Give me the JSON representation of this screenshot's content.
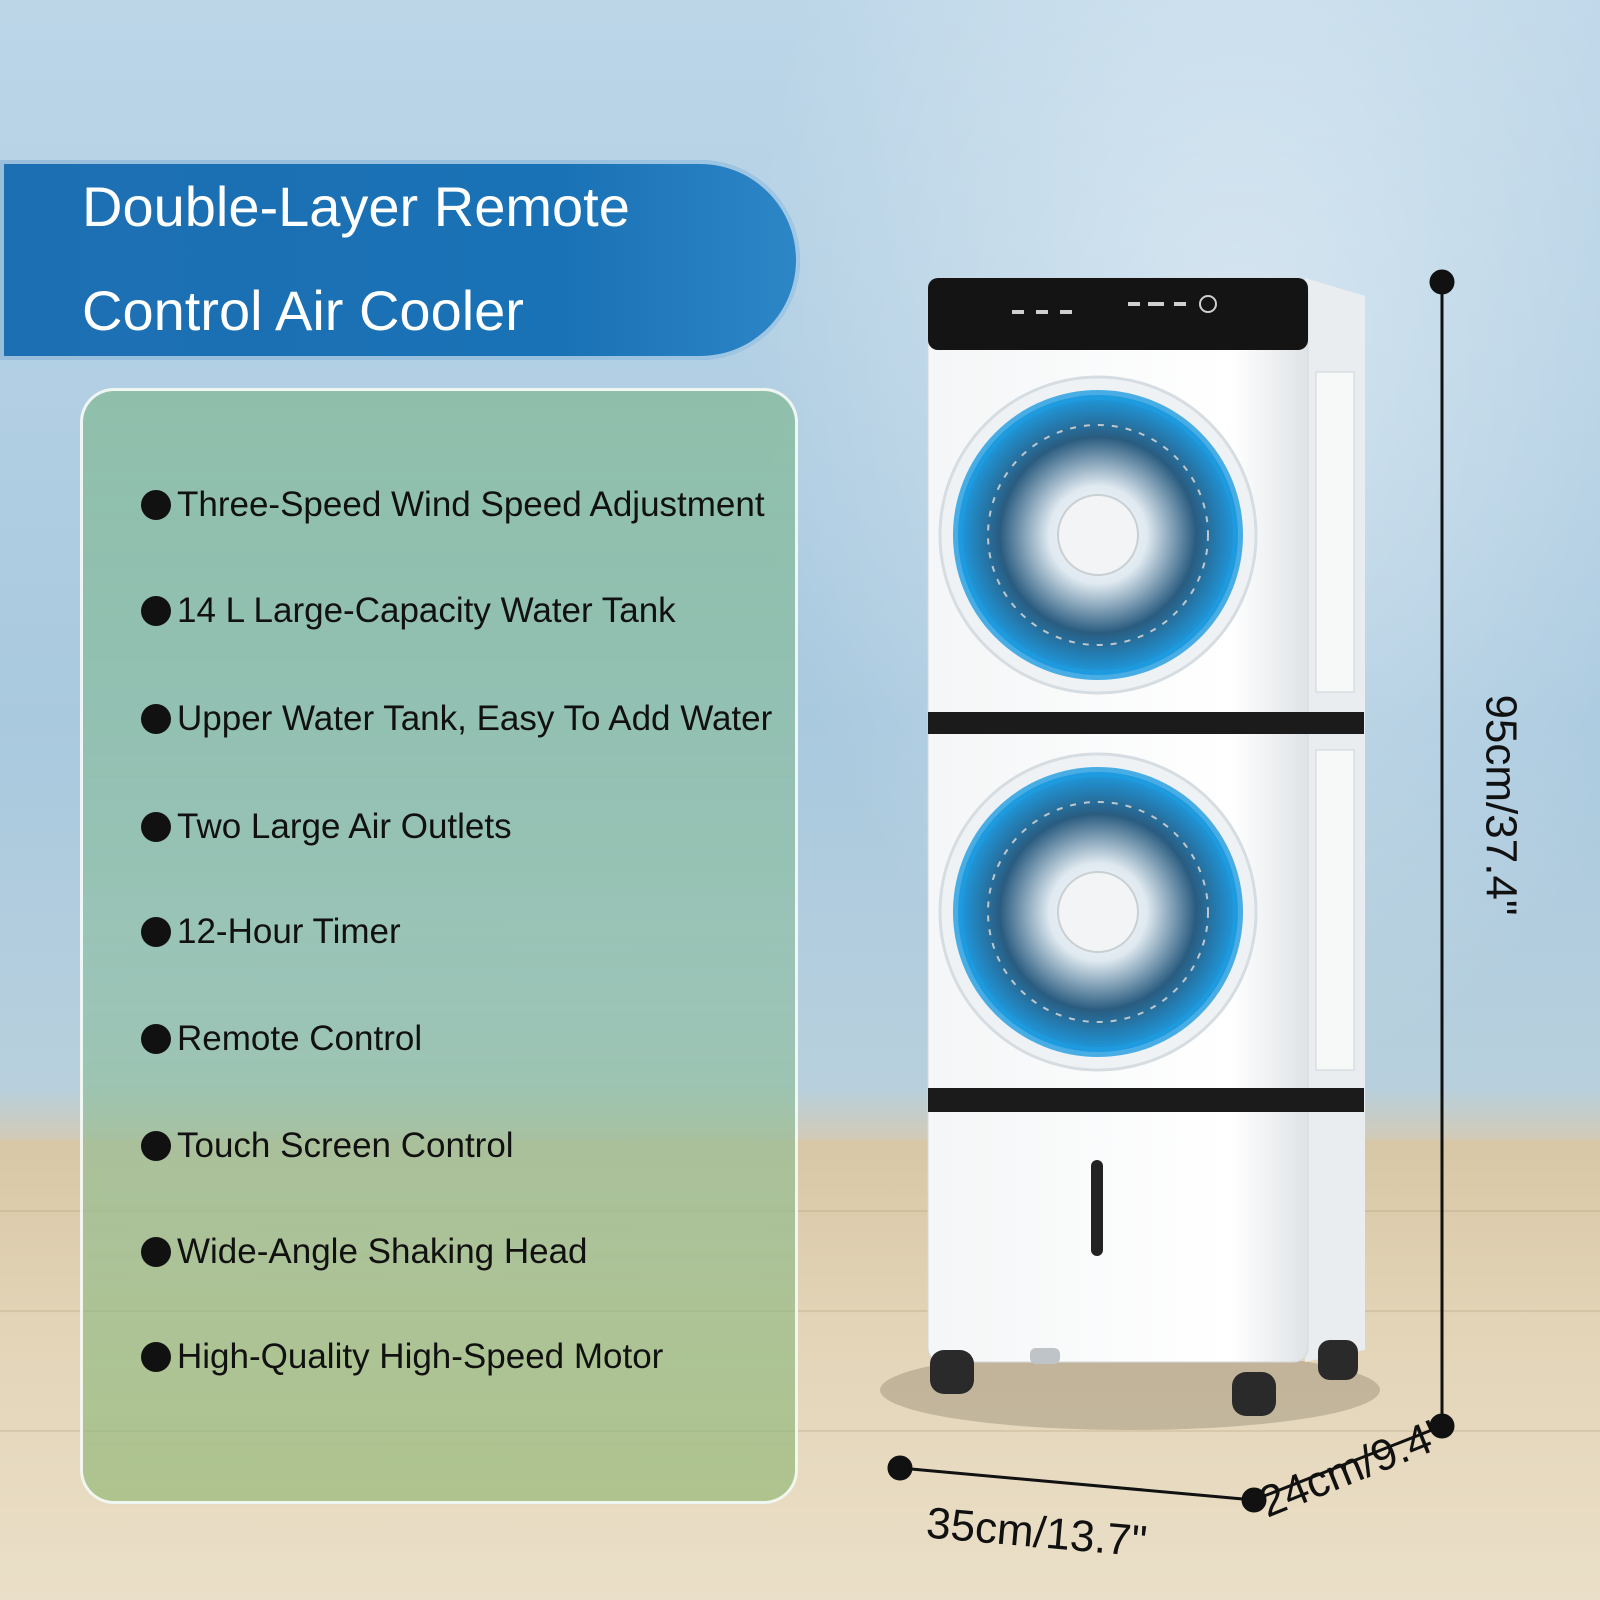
{
  "title": {
    "line1": "Double-Layer Remote",
    "line2": "Control Air Cooler"
  },
  "features": [
    "Three-Speed Wind Speed Adjustment",
    "14 L Large-Capacity Water Tank",
    "Upper Water Tank, Easy To Add Water",
    "Two Large Air Outlets",
    "12-Hour Timer",
    "Remote Control",
    "Touch Screen Control",
    "Wide-Angle Shaking Head",
    "High-Quality High-Speed Motor"
  ],
  "dimensions": {
    "height": "95cm/37.4\"",
    "width": "35cm/13.7\"",
    "depth": "24cm/9.4\""
  },
  "colors": {
    "banner": "#1a72b6",
    "fan_blue": "#1e9be0",
    "panel_green": "#8cbe9e"
  }
}
